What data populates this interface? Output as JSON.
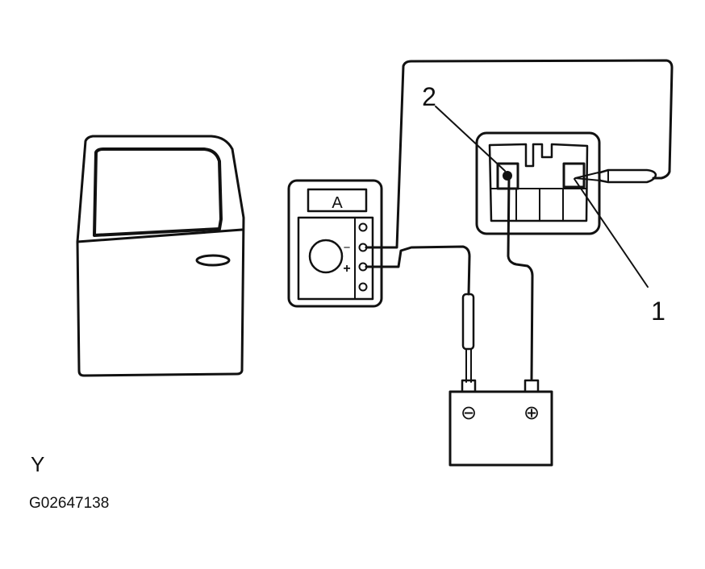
{
  "meter": {
    "unit_label": "A",
    "minus_label": "−",
    "plus_label": "+"
  },
  "callouts": {
    "one": "1",
    "two": "2"
  },
  "battery": {
    "neg_symbol": "⊖",
    "pos_symbol": "⊕"
  },
  "view_label": "Y",
  "figure_code": "G02647138"
}
